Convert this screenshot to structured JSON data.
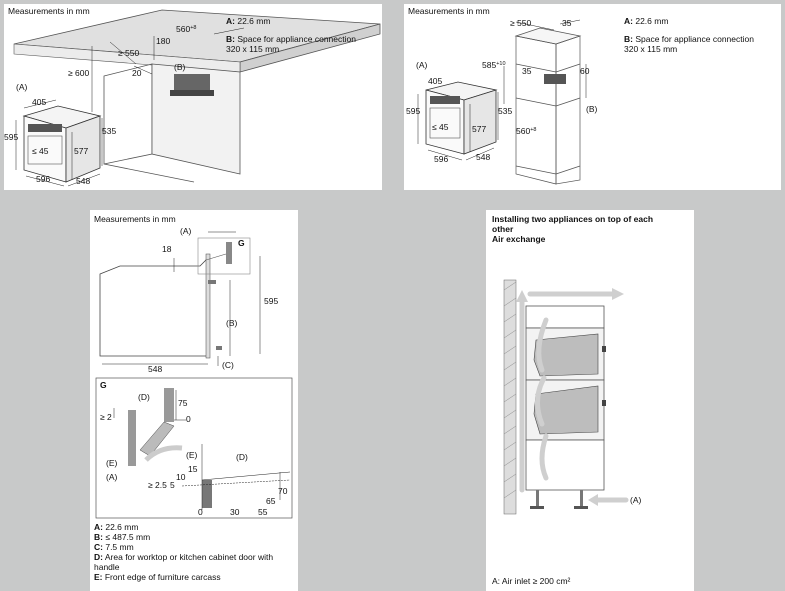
{
  "panel_tl": {
    "header": "Measurements in mm",
    "labels": {
      "A": "(A)",
      "B": "(B)",
      "d405": "405",
      "d595": "595",
      "d535": "535",
      "d577": "577",
      "d45": "≤ 45",
      "d596": "596",
      "d548": "548",
      "d600": "≥ 600",
      "d550": "≥ 550",
      "d180": "180",
      "d20": "20",
      "d560": "560"
    },
    "sup560": "+8",
    "notes": [
      {
        "key": "A:",
        "text": " 22.6 mm"
      },
      {
        "key": "B:",
        "text": " Space for appliance connection\n320 x 115 mm"
      }
    ]
  },
  "panel_tr": {
    "header": "Measurements in mm",
    "labels": {
      "A": "(A)",
      "B": "(B)",
      "d550": "≥ 550",
      "d35a": "35",
      "d585": "585",
      "d35b": "35",
      "d60": "60",
      "d405": "405",
      "d595": "595",
      "d535": "535",
      "d577": "577",
      "d45": "≤ 45",
      "d560": "560",
      "d596": "596",
      "d548": "548"
    },
    "sup585": "+10",
    "sup560": "+8",
    "notes": [
      {
        "key": "A:",
        "text": " 22.6 mm"
      },
      {
        "key": "B:",
        "text": " Space for appliance connection\n320 x 115 mm"
      }
    ]
  },
  "panel_bl": {
    "header": "Measurements in mm",
    "labels": {
      "A": "(A)",
      "G": "G",
      "d18": "18",
      "d595": "595",
      "B": "(B)",
      "d548": "548",
      "C": "(C)",
      "G2": "G",
      "D": "(D)",
      "d75": "75",
      "d0a": "0",
      "d2a": "≥ 2",
      "E": "(E)",
      "A2": "(A)",
      "E2": "(E)",
      "D2": "(D)",
      "d15": "15",
      "d10": "10",
      "d25": "≥ 2.5",
      "d5": "5",
      "d70": "70",
      "d65": "65",
      "d0b": "0",
      "d30": "30",
      "d55": "55"
    },
    "legend": [
      {
        "key": "A:",
        "text": " 22.6 mm"
      },
      {
        "key": "B:",
        "text": " ≤ 487.5 mm"
      },
      {
        "key": "C:",
        "text": " 7.5 mm"
      },
      {
        "key": "D:",
        "text": " Area for worktop or kitchen cabinet door with handle"
      },
      {
        "key": "E:",
        "text": " Front edge of furniture carcass"
      }
    ]
  },
  "panel_br": {
    "title": "Installing two appliances on top of each\nother\nAir exchange",
    "label_A": "(A)",
    "legend": "A: Air inlet ≥ 200 cm²"
  }
}
